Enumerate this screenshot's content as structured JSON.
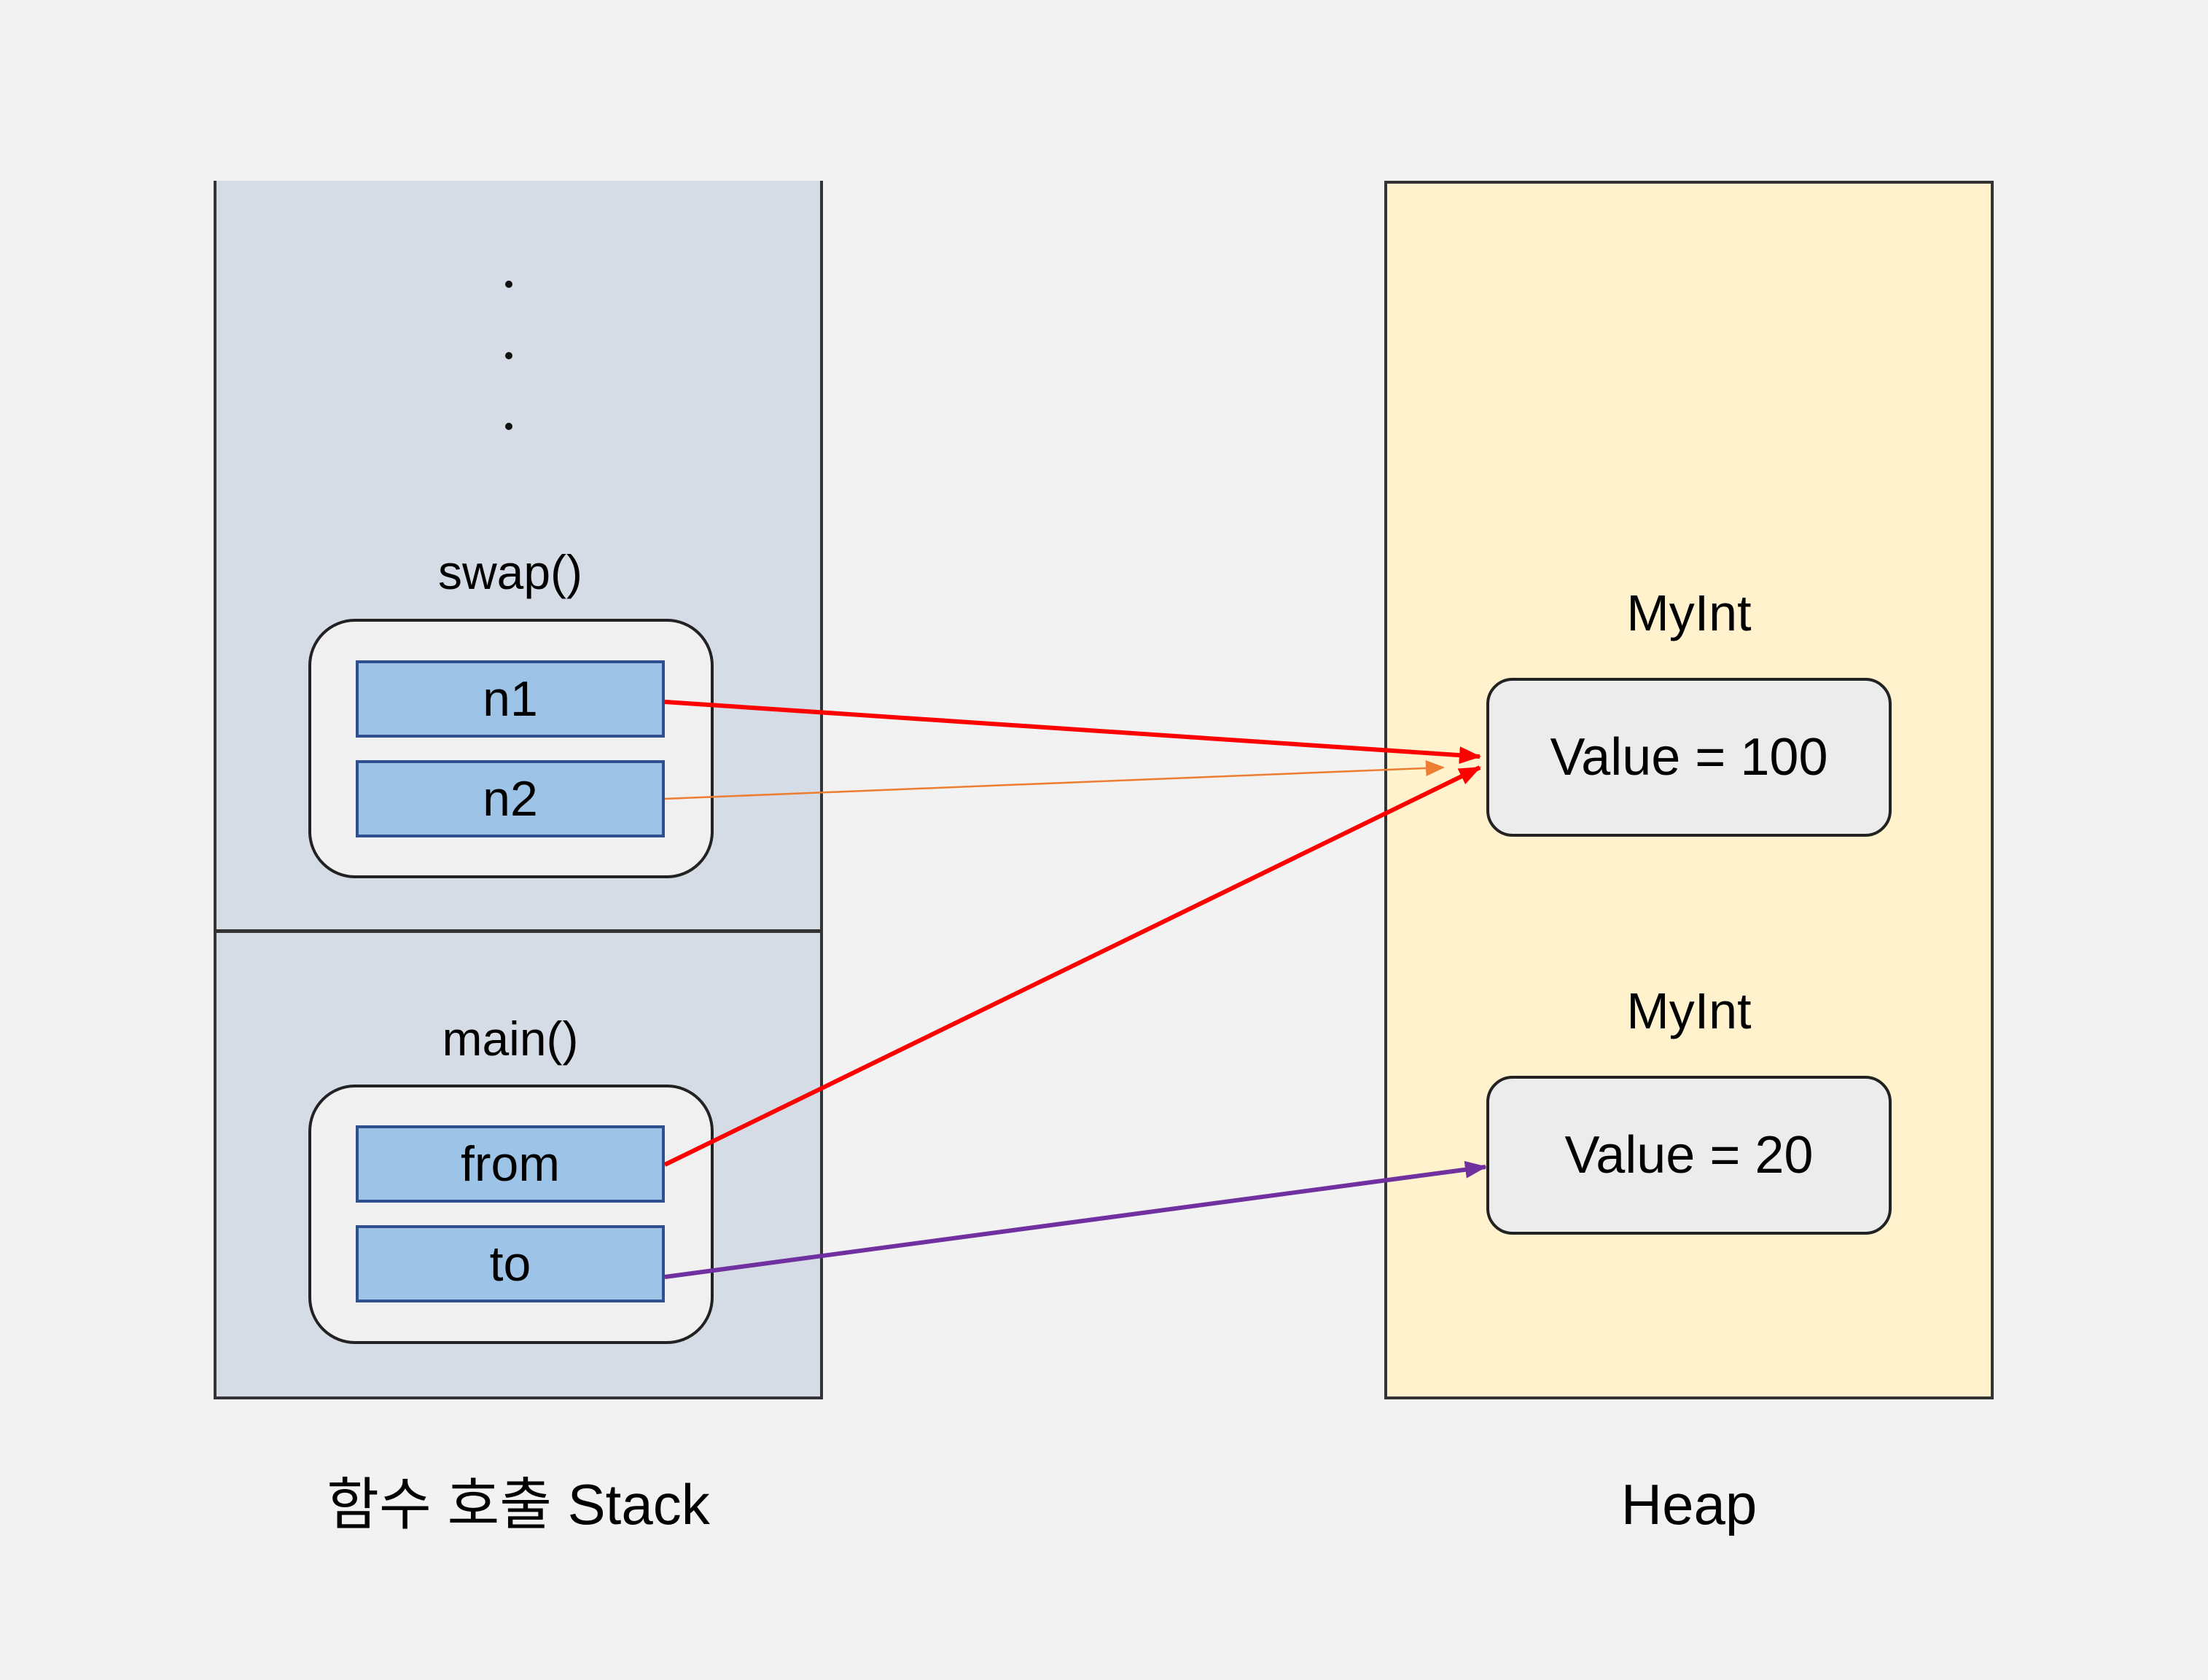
{
  "stack": {
    "ellipsis": [
      ".",
      ".",
      "."
    ],
    "frames": [
      {
        "label": "swap()",
        "vars": [
          "n1",
          "n2"
        ]
      },
      {
        "label": "main()",
        "vars": [
          "from",
          "to"
        ]
      }
    ],
    "caption": "함수 호출 Stack"
  },
  "heap": {
    "objects": [
      {
        "type_label": "MyInt",
        "value_text": "Value = 100"
      },
      {
        "type_label": "MyInt",
        "value_text": "Value = 20"
      }
    ],
    "caption": "Heap"
  },
  "references": [
    {
      "from": "n1",
      "to": "Value = 100",
      "color": "#ff0000"
    },
    {
      "from": "n2",
      "to": "Value = 100",
      "color": "#ed7d31"
    },
    {
      "from": "from",
      "to": "Value = 100",
      "color": "#ff0000"
    },
    {
      "from": "to",
      "to": "Value = 20",
      "color": "#7030a0"
    }
  ]
}
